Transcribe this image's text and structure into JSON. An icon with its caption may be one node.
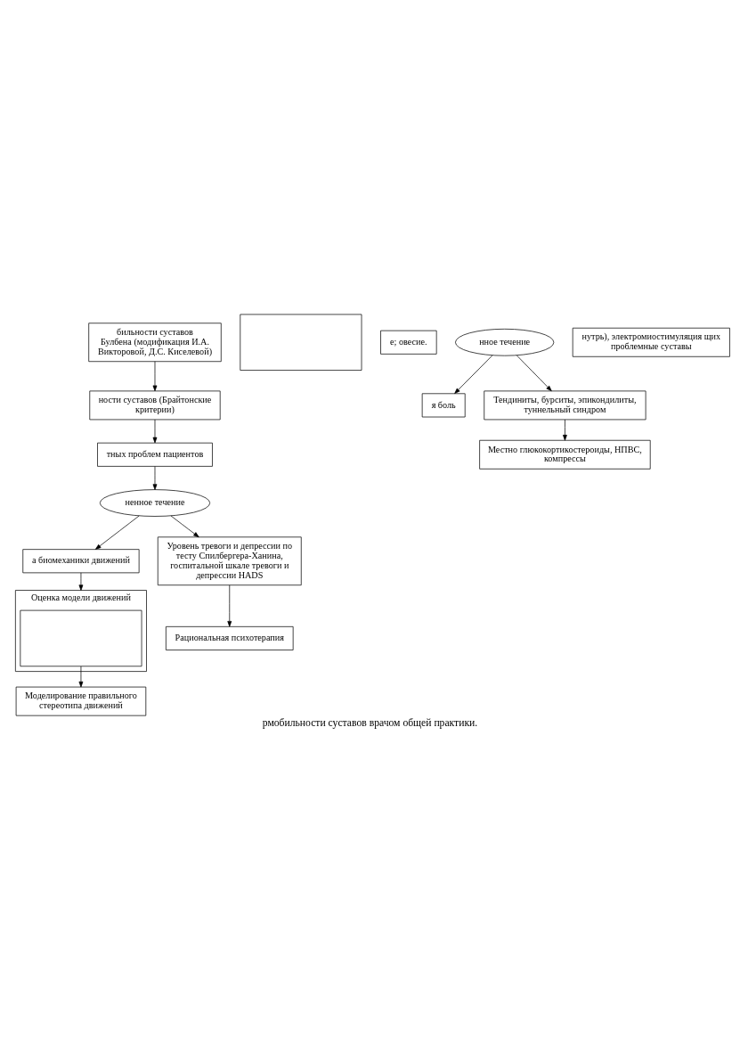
{
  "diagram": {
    "caption": "рмобильности суставов врачом общей практики.",
    "nodes": [
      {
        "text": [
          "бильности суставов",
          "Булбена (модификация И.А. Викторовой, Д.С. Киселевой)"
        ]
      },
      {
        "text": [
          "ности суставов (Брайтонские критерии)"
        ]
      },
      {
        "text": [
          "тных проблем пациентов"
        ]
      },
      {
        "text": [
          "ненное течение"
        ]
      },
      {
        "text": [
          "а биомеханики движений"
        ]
      },
      {
        "text": [],
        "shape": "box"
      },
      {
        "text": [
          "Оценка модели движений"
        ]
      },
      {
        "text": [],
        "shape": "box",
        "in": 6
      },
      {
        "text": [
          "Уровень тревоги и депрессии по тесту Спилбергера-Ханина, госпитальной шкале тревоги и депрессии HADS"
        ]
      },
      {
        "text": [
          "Рациональная психотерапия"
        ]
      },
      {
        "text": [
          "е; овесие."
        ]
      },
      {
        "text": [
          "Моделирование правильного стереотипа движений"
        ]
      },
      {
        "text": [
          "нное течение"
        ]
      },
      {
        "text": [
          "я боль"
        ]
      },
      {
        "text": [
          "Тендиниты, бурситы, эпикондилиты, туннельный синдром"
        ]
      },
      {
        "text": [
          "нутрь), электромиостимуляция щих проблемные суставы"
        ]
      },
      {
        "text": [
          "Местно глюкокортикостероиды, НПВС, компрессы"
        ]
      }
    ],
    "edges": [
      {
        "from": 0,
        "to": 1,
        "arrow": "to"
      },
      {
        "from": 1,
        "to": 2,
        "arrow": "to"
      },
      {
        "from": 2,
        "to": 3,
        "arrow": "to"
      },
      {
        "from": 3,
        "to": 4,
        "arrow": "to"
      },
      {
        "from": 3,
        "to": 8,
        "arrow": "to"
      },
      {
        "from": 4,
        "to": 6,
        "arrow": "to"
      },
      {
        "from": 8,
        "to": 9,
        "arrow": "to"
      },
      {
        "from": 7,
        "to": 11,
        "arrow": "to"
      },
      {
        "from": 12,
        "to": 13,
        "arrow": "to"
      },
      {
        "from": 12,
        "to": 14,
        "arrow": "to"
      },
      {
        "from": 14,
        "to": 16,
        "arrow": "to"
      }
    ]
  }
}
